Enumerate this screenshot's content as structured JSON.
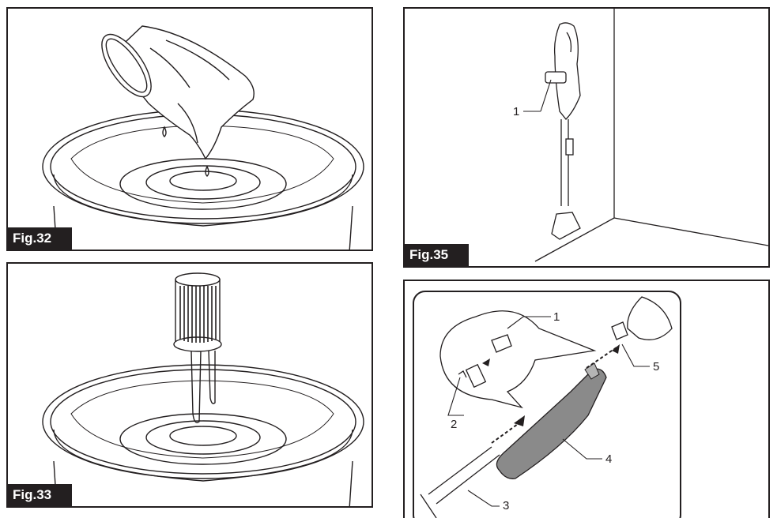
{
  "figures": {
    "fig32": {
      "label": "Fig.32"
    },
    "fig33": {
      "label": "Fig.33"
    },
    "fig35": {
      "label": "Fig.35",
      "callouts": [
        "1"
      ]
    },
    "fig36": {
      "callouts": [
        "1",
        "2",
        "3",
        "4",
        "5"
      ]
    }
  },
  "colors": {
    "line": "#231f20",
    "nozzle_fill": "#8a8a8a",
    "label_bg": "#231f20"
  }
}
